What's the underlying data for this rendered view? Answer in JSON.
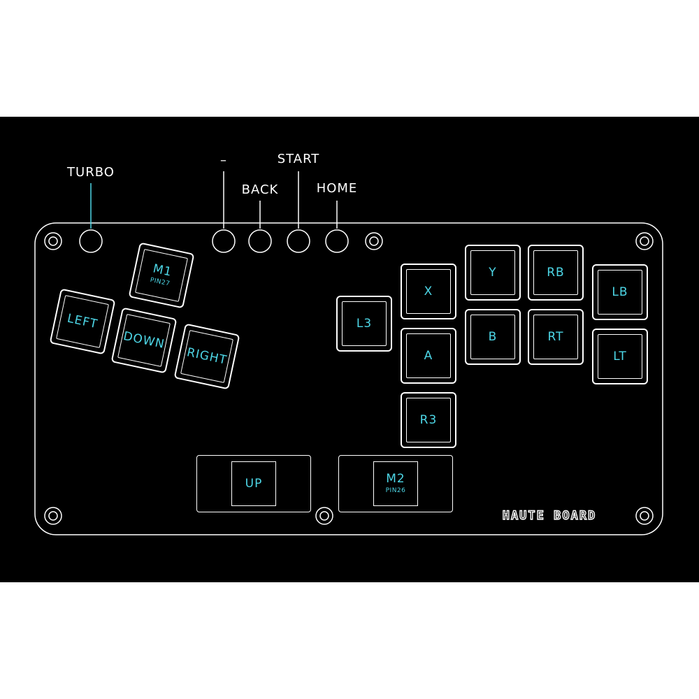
{
  "colors": {
    "panel": "#000000",
    "outline": "#ffffff",
    "accent": "#4dd6e6"
  },
  "top_labels": {
    "turbo": "TURBO",
    "minus": "–",
    "start": "START",
    "back": "BACK",
    "home": "HOME"
  },
  "left_keys": {
    "m1": "M1",
    "m1_pin": "PIN27",
    "left": "LEFT",
    "down": "DOWN",
    "right": "RIGHT"
  },
  "right_keys": {
    "l3": "L3",
    "x": "X",
    "a": "A",
    "r3": "R3",
    "y": "Y",
    "b": "B",
    "rb": "RB",
    "rt": "RT",
    "lb": "LB",
    "lt": "LT"
  },
  "bottom_keys": {
    "up": "UP",
    "m2": "M2",
    "m2_pin": "PIN26"
  },
  "brand": {
    "logo_text": "HAUTE BOARD"
  }
}
